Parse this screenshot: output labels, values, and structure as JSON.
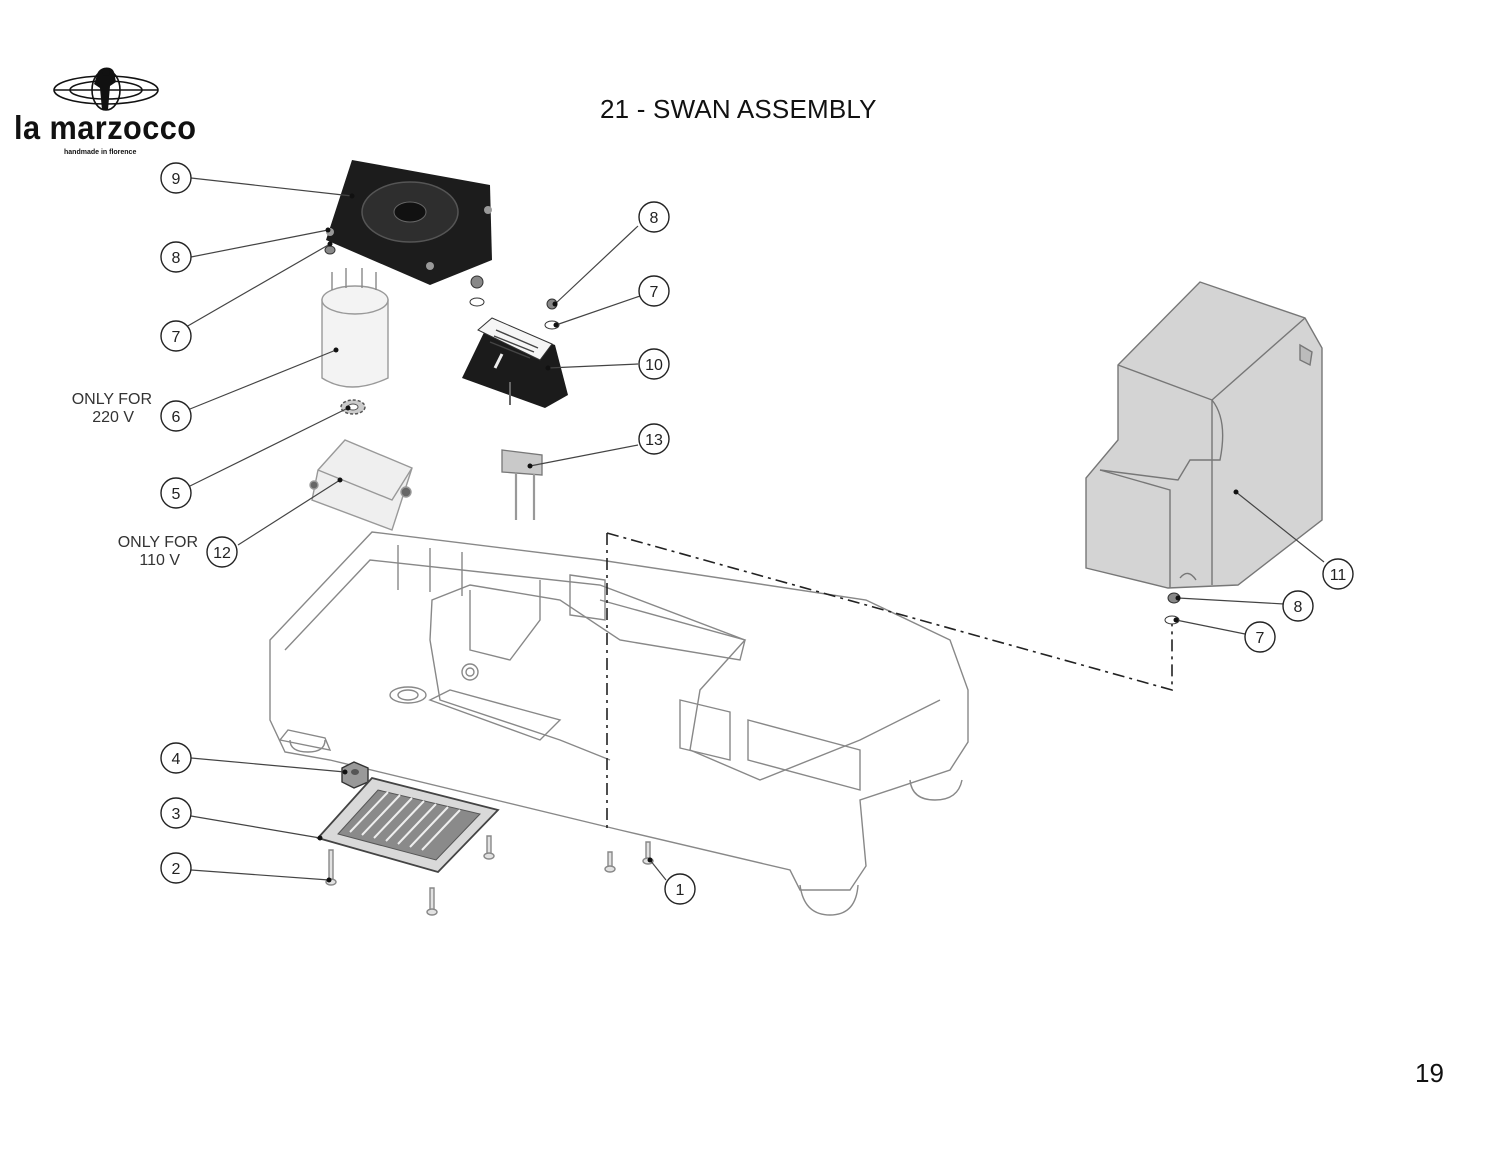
{
  "title": "21 - SWAN ASSEMBLY",
  "page_number": "19",
  "brand": {
    "name": "la marzocco",
    "tagline": "handmade in florence"
  },
  "notes": {
    "only_220": {
      "line1": "ONLY FOR",
      "line2": "220 V"
    },
    "only_110": {
      "line1": "ONLY FOR",
      "line2": "110 V"
    }
  },
  "callouts": {
    "c9": "9",
    "c8a": "8",
    "c7a": "7",
    "c6": "6",
    "c5": "5",
    "c12": "12",
    "c8b": "8",
    "c7b": "7",
    "c10": "10",
    "c13": "13",
    "c11": "11",
    "c8c": "8",
    "c7c": "7",
    "c4": "4",
    "c3": "3",
    "c2": "2",
    "c1": "1"
  },
  "colors": {
    "ink": "#111111",
    "line": "#444444",
    "cover": "#d4d4d4",
    "fan": "#1c1c1c"
  }
}
